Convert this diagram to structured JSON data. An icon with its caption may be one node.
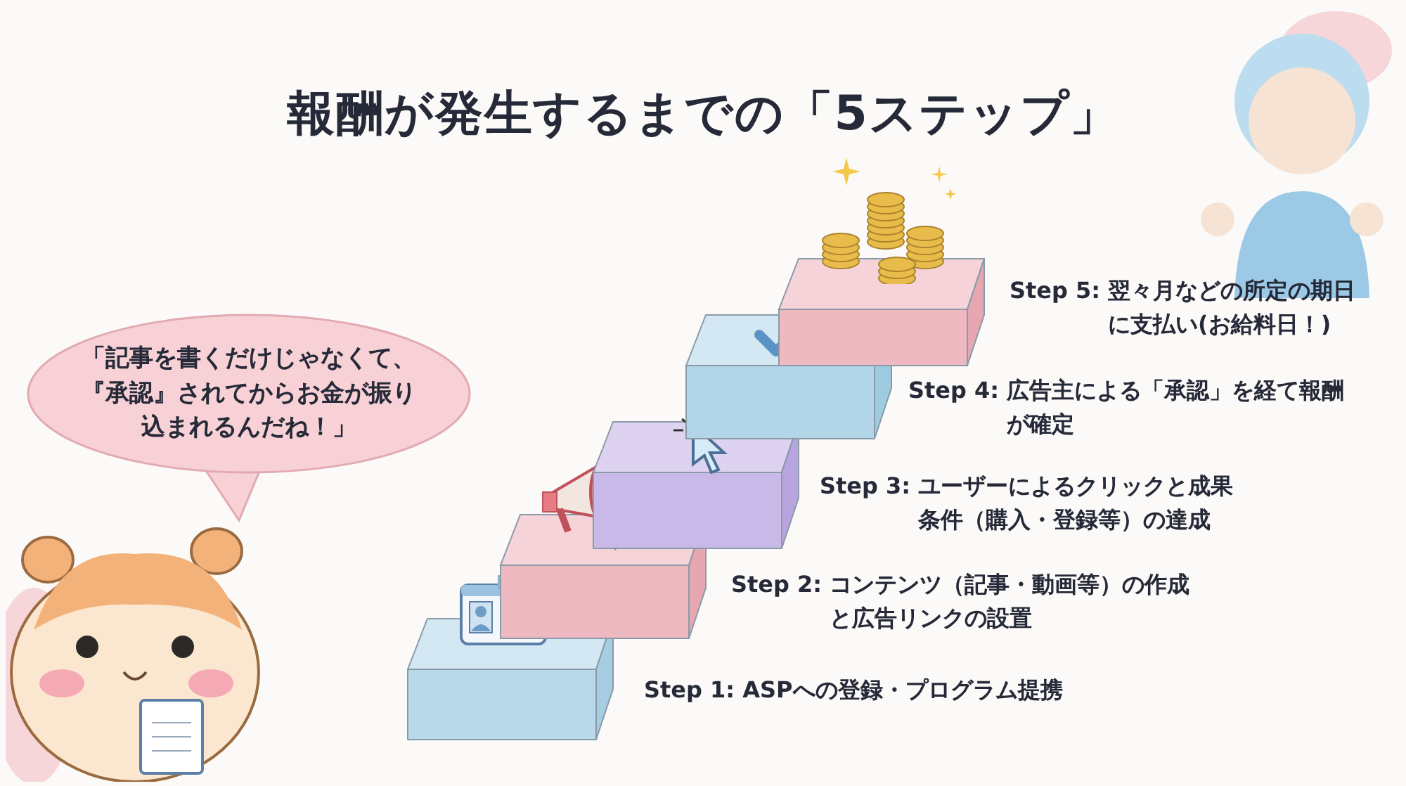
{
  "diagram": {
    "title": "報酬が発生するまでの「5ステップ」",
    "nodes": [
      {
        "text": [
          "「記事を書くだけじゃなくて、『承認』されてからお金が振り込まれるんだね！」"
        ]
      },
      {
        "text": [],
        "shape": "box",
        "beside": [
          "Step 1: ASPへの登録・プログラム提携"
        ]
      },
      {
        "text": [],
        "shape": "box",
        "beside": [
          "Step 2: コンテンツ（記事・動画等）の作成と広告リンクの設置"
        ]
      },
      {
        "text": [],
        "shape": "box",
        "beside": [
          "Step 3: ユーザーによるクリックと成果条件（購入・登録等）の達成"
        ]
      },
      {
        "text": [],
        "shape": "box",
        "beside": [
          "Step 4: 広告主による「承認」を経て報酬が確定"
        ]
      },
      {
        "text": [],
        "shape": "box",
        "beside": [
          "Step 5: 翌々月などの所定の期日に支払い(お給料日！)"
        ]
      }
    ]
  }
}
